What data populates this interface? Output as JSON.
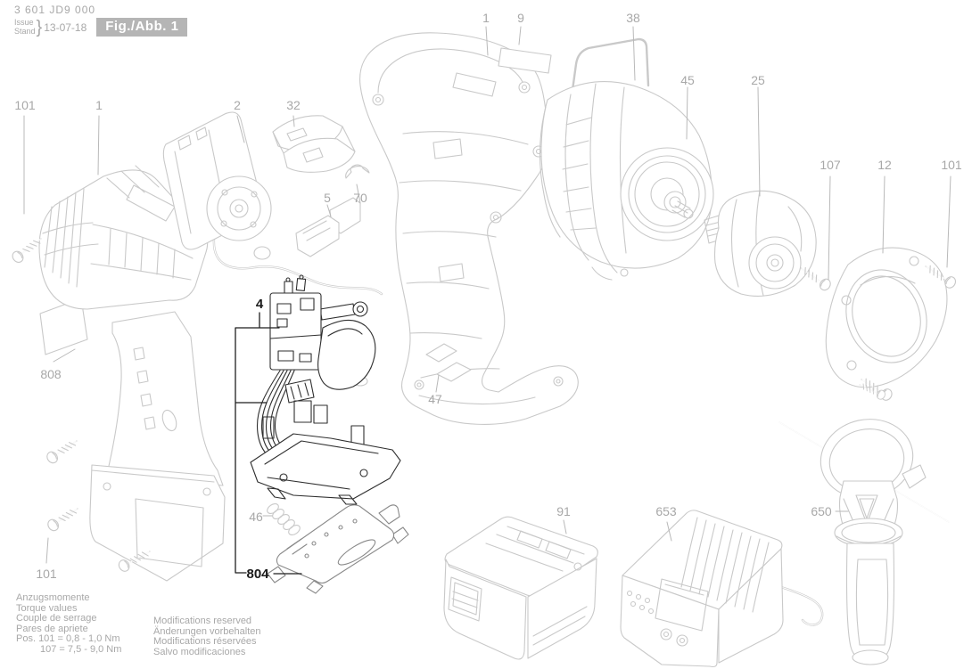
{
  "header": {
    "type_number": "3 601 JD9 000",
    "issue_label": "Issue",
    "stand_label": "Stand",
    "brace": "}",
    "date": "13-07-18",
    "figure_label": "Fig./Abb. 1"
  },
  "labels": [
    {
      "text": "101"
    },
    {
      "text": "1"
    },
    {
      "text": "2"
    },
    {
      "text": "32"
    },
    {
      "text": "5"
    },
    {
      "text": "70"
    },
    {
      "text": "1"
    },
    {
      "text": "9"
    },
    {
      "text": "38"
    },
    {
      "text": "45"
    },
    {
      "text": "25"
    },
    {
      "text": "107"
    },
    {
      "text": "12"
    },
    {
      "text": "101"
    },
    {
      "text": "808"
    },
    {
      "text": "4"
    },
    {
      "text": "47"
    },
    {
      "text": "46"
    },
    {
      "text": "804"
    },
    {
      "text": "101"
    },
    {
      "text": "91"
    },
    {
      "text": "653"
    },
    {
      "text": "650"
    }
  ],
  "torque_note": {
    "line1": "Anzugsmomente",
    "line2": "Torque values",
    "line3": "Couple de serrage",
    "line4": "Pares de apriete",
    "line5": "Pos. 101 = 0,8 - 1,0 Nm",
    "line6": "107 = 7,5 - 9,0 Nm"
  },
  "modification_note": {
    "line1": "Modifications reserved",
    "line2": "Änderungen vorbehalten",
    "line3": "Modifications réservées",
    "line4": "Salvo modificaciones"
  },
  "colors": {
    "label_gray": "#a8a8a8",
    "art_gray": "#c9c9c9",
    "dark_part": "#2f2f2f",
    "badge_bg": "#b5b5b5",
    "badge_text": "#ffffff",
    "background": "#ffffff"
  }
}
